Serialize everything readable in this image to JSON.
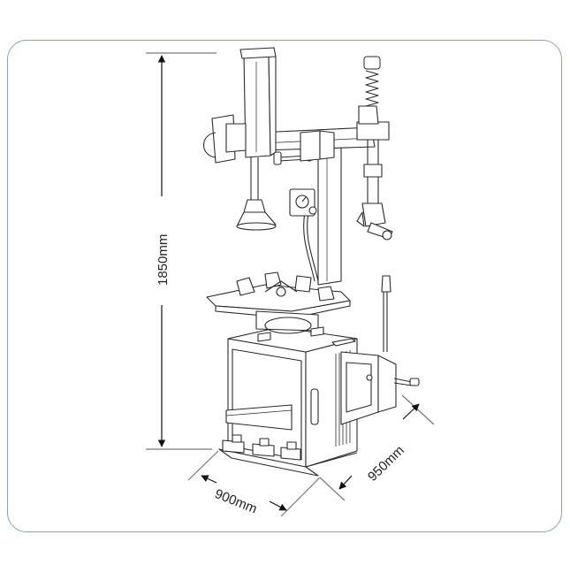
{
  "dimensions": {
    "height": "1850mm",
    "width": "900mm",
    "depth": "950mm"
  },
  "colors": {
    "frame_border": "#7fa6c3",
    "line": "#2a2a2a",
    "fill": "#ffffff"
  }
}
